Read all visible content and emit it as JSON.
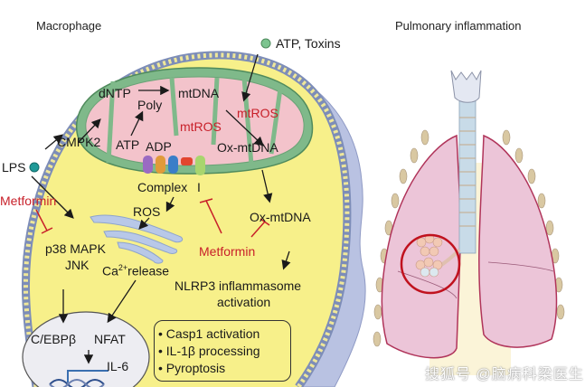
{
  "panels": {
    "left_title": "Macrophage",
    "right_title": "Pulmonary  inflammation"
  },
  "labels": {
    "atp_toxins": "ATP, Toxins",
    "lps": "LPS",
    "metformin_left": "Metformin",
    "cmpk2": "CMPK2",
    "dntp": "dNTP",
    "mtdna": "mtDNA",
    "poly": "Poly",
    "mtros_upper": "mtROS",
    "mtros_center": "mtROS",
    "atp": "ATP",
    "adp": "ADP",
    "ox_mtdna_inner": "Ox-mtDNA",
    "complex": "Complex",
    "complex_num": "I",
    "ros": "ROS",
    "ox_mtdna_outer": "Ox-mtDNA",
    "metformin_center": "Metformin",
    "p38_mapk": "p38  MAPK",
    "jnk": "JNK",
    "ca_release_prefix": "Ca",
    "ca_release_sup": "2+",
    "ca_release_suffix": "release",
    "nlrp3_line1": "NLRP3 inflammasome",
    "nlrp3_line2": "activation",
    "cebpb": "C/EBPβ",
    "nfat": "NFAT",
    "il6": "IL-6"
  },
  "outcomes_box": {
    "items": [
      "• Casp1 activation",
      "• IL-1β processing",
      "• Pyroptosis"
    ]
  },
  "watermark": "搜狐号 @脑病科梁医生",
  "colors": {
    "cytoplasm": "#f7f08a",
    "membrane_bead": "#efe79a",
    "membrane_core": "#7d8db8",
    "mito_outer": "#7fb98a",
    "mito_matrix": "#f3c3cb",
    "inhibitor_red": "#c8202a",
    "nucleus": "#ededf2",
    "tissue_blue": "#b9c2e2",
    "lung_pink": "#ecc5d8",
    "lung_edge": "#b0345a",
    "highlight_circle": "#c0121e"
  }
}
